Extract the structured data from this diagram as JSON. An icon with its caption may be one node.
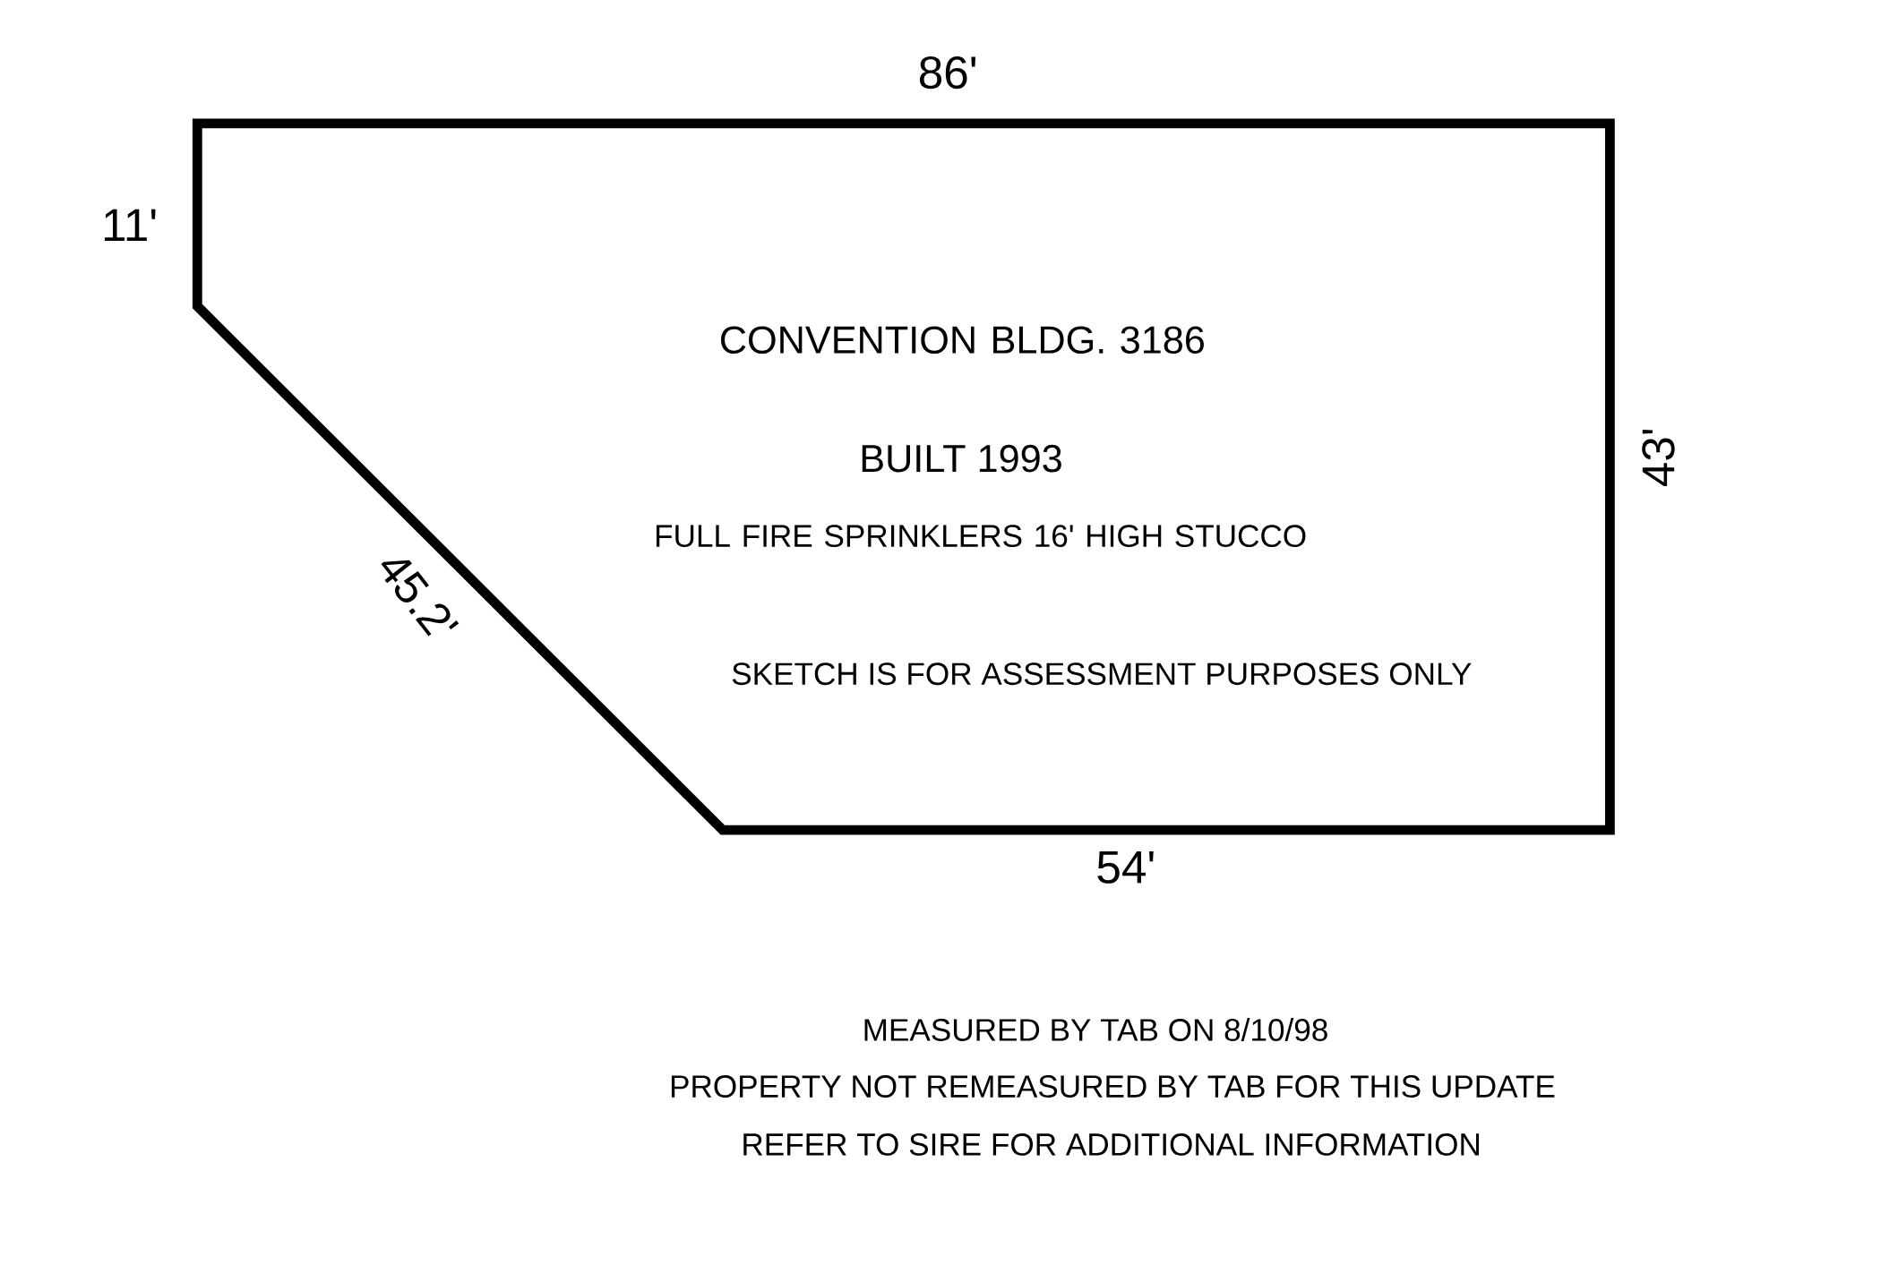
{
  "diagram": {
    "nodes": [
      {
        "text": [
          "CONVENTION BLDG. 3186",
          "BUILT 1993",
          "FULL FIRE SPRINKLERS 16' HIGH STUCCO",
          "SKETCH IS FOR ASSESSMENT PURPOSES ONLY"
        ]
      }
    ],
    "edges": [],
    "labels": [
      "86'",
      "11'",
      "45.2'",
      "43'",
      "54'",
      "MEASURED BY TAB ON 8/10/98",
      "PROPERTY NOT REMEASURED BY TAB FOR THIS UPDATE",
      "REFER TO SIRE FOR ADDITIONAL INFORMATION"
    ]
  }
}
